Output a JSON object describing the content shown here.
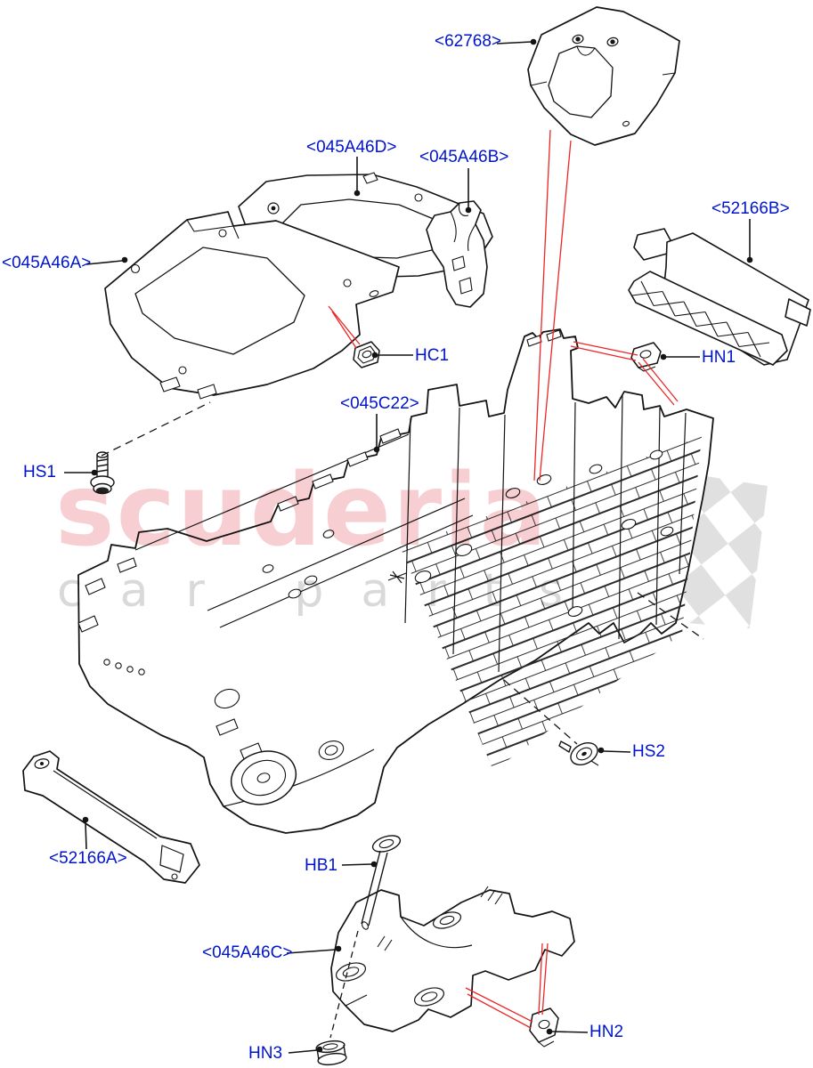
{
  "watermark": {
    "brand": "scuderia",
    "subtitle": "car parts"
  },
  "colors": {
    "label_blue": "#0014cc",
    "line_black": "#141414",
    "alignment_red": "#ee2525",
    "watermark_pink": "#f7ced2",
    "watermark_gray": "#d9d9d9",
    "checker_gray": "#dcdcdc",
    "background": "#ffffff"
  },
  "parts": [
    {
      "id": "62768",
      "label": "<62768>"
    },
    {
      "id": "045A46D",
      "label": "<045A46D>"
    },
    {
      "id": "045A46B",
      "label": "<045A46B>"
    },
    {
      "id": "52166B",
      "label": "<52166B>"
    },
    {
      "id": "045A46A",
      "label": "<045A46A>"
    },
    {
      "id": "HC1",
      "label": "HC1"
    },
    {
      "id": "HN1",
      "label": "HN1"
    },
    {
      "id": "045C22",
      "label": "<045C22>"
    },
    {
      "id": "HS1",
      "label": "HS1"
    },
    {
      "id": "HS2",
      "label": "HS2"
    },
    {
      "id": "52166A",
      "label": "<52166A>"
    },
    {
      "id": "HB1",
      "label": "HB1"
    },
    {
      "id": "045A46C",
      "label": "<045A46C>"
    },
    {
      "id": "HN2",
      "label": "HN2"
    },
    {
      "id": "HN3",
      "label": "HN3"
    }
  ]
}
